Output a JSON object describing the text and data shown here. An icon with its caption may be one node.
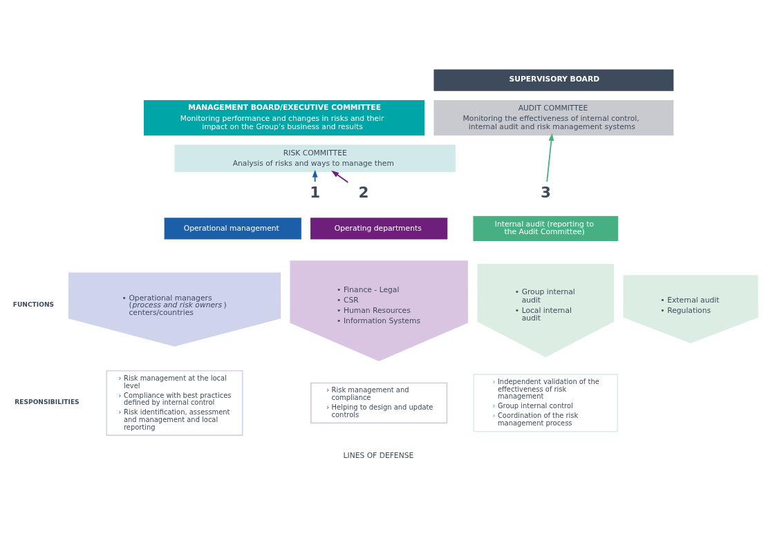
{
  "diagram": {
    "nodes": [
      {
        "text": [
          "SUPERVISORY BOARD"
        ]
      },
      {
        "text": [
          "AUDIT COMMITTEE",
          "Monitoring the effectiveness of internal control, internal audit and risk management systems"
        ]
      },
      {
        "text": [
          "MANAGEMENT BOARD/EXECUTIVE COMMITTEE",
          "Monitoring performance and changes in risks and their impact on the Group’s business and results"
        ]
      },
      {
        "text": [
          "RISK COMMITTEE",
          "Analysis of risks and ways to manage them"
        ]
      },
      {
        "text": [
          "1"
        ]
      },
      {
        "text": [
          "2"
        ]
      },
      {
        "text": [
          "3"
        ]
      },
      {
        "text": [
          "Operational management"
        ]
      },
      {
        "text": [
          "• Operational managers (*process and risk owners*) centers/countries"
        ]
      },
      {
        "text": [
          "› Risk management at the local level",
          "› Compliance with best practices defined by internal control",
          "› Risk identification, assessment and management and local reporting"
        ]
      },
      {
        "text": [
          "Operating departments"
        ]
      },
      {
        "text": [
          "• Finance - Legal",
          "• CSR",
          "• Human Resources",
          "• Information Systems"
        ]
      },
      {
        "text": [
          "› Risk management and compliance",
          "› Helping to design and update controls"
        ]
      },
      {
        "text": [
          "Internal audit (reporting to the Audit Committee)"
        ]
      },
      {
        "text": [
          "• Group internal audit",
          "• Local internal audit"
        ]
      },
      {
        "text": [
          "• External audit",
          "• Regulations"
        ]
      },
      {
        "text": [
          "› Independent validation of the effectiveness of risk management",
          "› Group internal control",
          "› Coordination of the risk management process"
        ]
      }
    ],
    "edges": [
      {
        "from": 4,
        "to": 3,
        "arrow": "to",
        "color": "#1a5fa8"
      },
      {
        "from": 5,
        "to": 3,
        "arrow": "to",
        "color": "#6e1f7c"
      },
      {
        "from": 6,
        "to": 1,
        "arrow": "to",
        "color": "#46b083"
      }
    ],
    "labels": [
      "FUNCTIONS",
      "RESPONSIBILITIES",
      "LINES OF DEFENSE"
    ]
  }
}
